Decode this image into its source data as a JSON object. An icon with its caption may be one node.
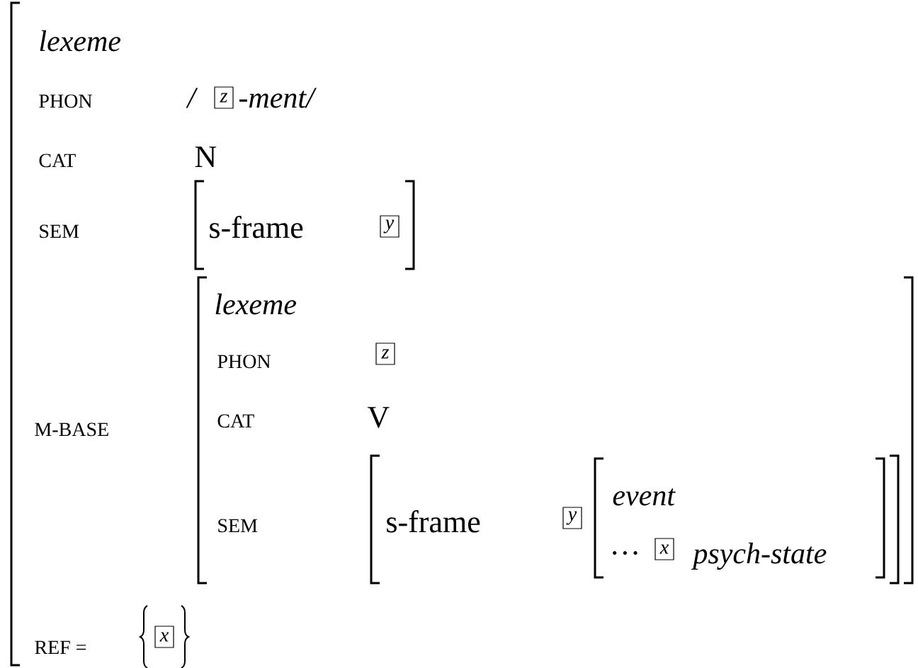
{
  "diagram": {
    "nodes": [
      {
        "text": [
          "z"
        ]
      },
      {
        "text": [
          "y"
        ]
      },
      {
        "text": [
          "z"
        ]
      },
      {
        "text": [
          "y"
        ]
      },
      {
        "text": [
          "x"
        ]
      },
      {
        "text": [
          "x"
        ]
      }
    ],
    "labels": [
      "lexeme",
      "PHON",
      "/",
      "-ment/",
      "CAT",
      "N",
      "SEM",
      "s-frame",
      "M-BASE",
      "lexeme",
      "PHON",
      "CAT",
      "V",
      "SEM",
      "s-frame",
      "event",
      "···",
      "psych-state",
      "REF ="
    ]
  }
}
